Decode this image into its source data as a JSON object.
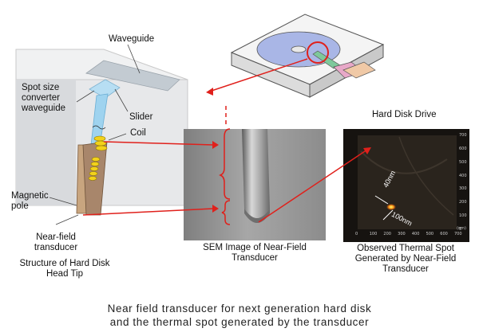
{
  "labels": {
    "waveguide": "Waveguide",
    "spot_size_converter": [
      "Spot size",
      "converter",
      "waveguide"
    ],
    "slider": "Slider",
    "coil": "Coil",
    "magnetic_pole": [
      "Magnetic",
      "pole"
    ],
    "near_field_transducer": [
      "Near-field",
      "transducer"
    ],
    "structure": [
      "Structure of Hard Disk",
      "Head Tip"
    ],
    "hard_disk_drive": "Hard Disk Drive",
    "sem_image": [
      "SEM Image of Near-Field",
      "Transducer"
    ],
    "thermal_spot": [
      "Observed Thermal Spot",
      "Generated by Near-Field",
      "Transducer"
    ],
    "dim_40": "40nm",
    "dim_100": "100nm"
  },
  "thermal_axes": {
    "x_ticks": [
      "0",
      "100",
      "200",
      "300",
      "400",
      "500",
      "600",
      "700"
    ],
    "x_unit": "(nm)",
    "y_ticks": [
      "700",
      "600",
      "500",
      "400",
      "300",
      "200",
      "100",
      "0"
    ]
  },
  "caption": [
    "Near field transducer for next generation hard disk",
    "and the thermal spot generated by the transducer"
  ],
  "colors": {
    "connector_red": "#e0201b",
    "waveguide_blue": "#9fd3ef",
    "coil_yellow": "#f2d21b",
    "pole_brown": "#a8866b",
    "disk_blue": "#a9b6e6"
  }
}
